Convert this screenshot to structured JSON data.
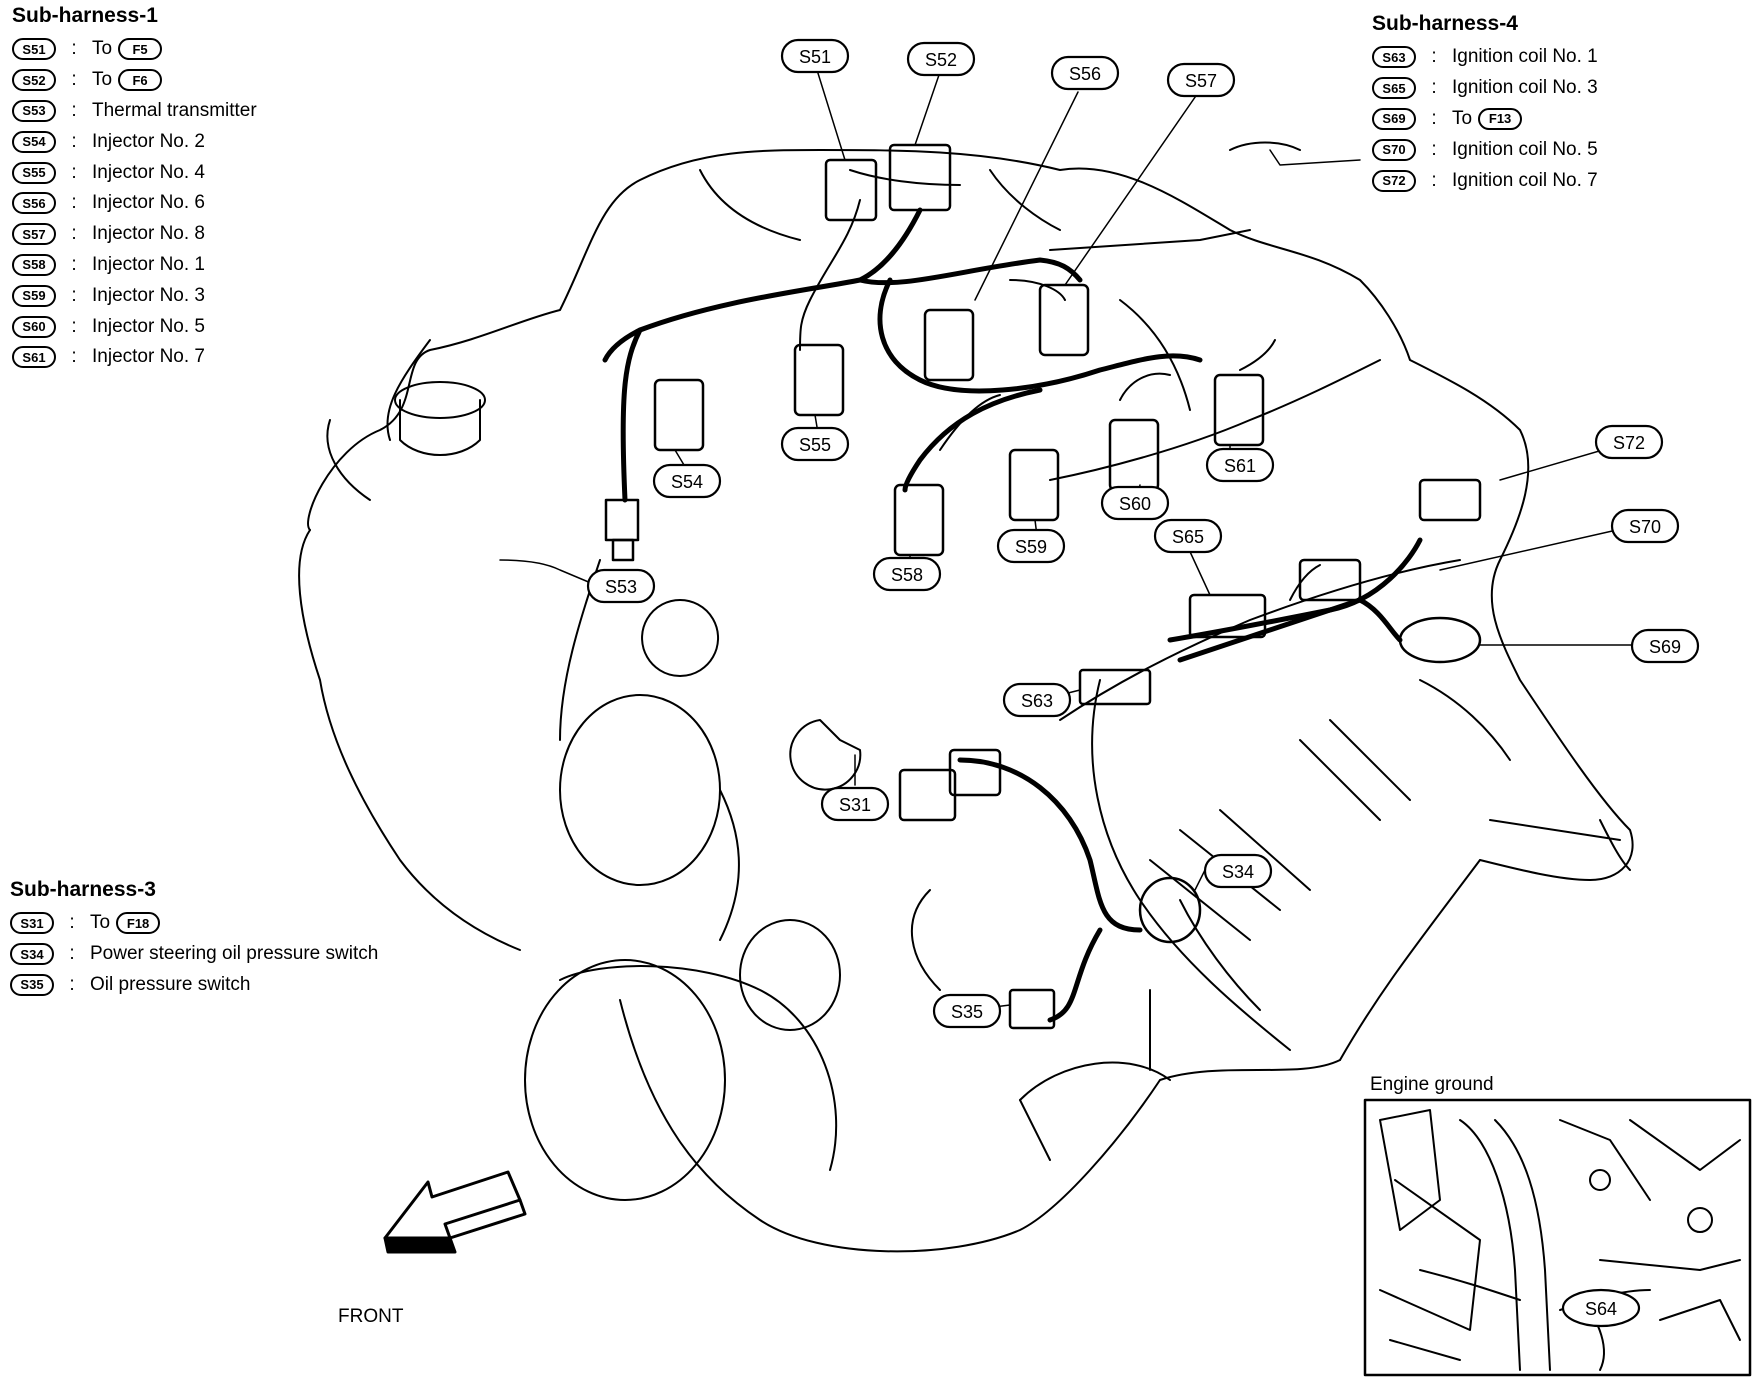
{
  "sub_harness_1": {
    "title": "Sub-harness-1",
    "rows": [
      {
        "code": "S51",
        "colon": ":",
        "text": "To",
        "ref": "F5"
      },
      {
        "code": "S52",
        "colon": ":",
        "text": "To",
        "ref": "F6"
      },
      {
        "code": "S53",
        "colon": ":",
        "text": "Thermal transmitter"
      },
      {
        "code": "S54",
        "colon": ":",
        "text": "Injector No. 2"
      },
      {
        "code": "S55",
        "colon": ":",
        "text": "Injector No. 4"
      },
      {
        "code": "S56",
        "colon": ":",
        "text": "Injector No. 6"
      },
      {
        "code": "S57",
        "colon": ":",
        "text": "Injector No. 8"
      },
      {
        "code": "S58",
        "colon": ":",
        "text": "Injector No. 1"
      },
      {
        "code": "S59",
        "colon": ":",
        "text": "Injector No. 3"
      },
      {
        "code": "S60",
        "colon": ":",
        "text": "Injector No. 5"
      },
      {
        "code": "S61",
        "colon": ":",
        "text": "Injector No. 7"
      }
    ]
  },
  "sub_harness_3": {
    "title": "Sub-harness-3",
    "rows": [
      {
        "code": "S31",
        "colon": ":",
        "text": "To",
        "ref": "F18"
      },
      {
        "code": "S34",
        "colon": ":",
        "text": "Power steering oil pressure switch"
      },
      {
        "code": "S35",
        "colon": ":",
        "text": "Oil pressure switch"
      }
    ]
  },
  "sub_harness_4": {
    "title": "Sub-harness-4",
    "rows": [
      {
        "code": "S63",
        "colon": ":",
        "text": "Ignition coil No. 1"
      },
      {
        "code": "S65",
        "colon": ":",
        "text": "Ignition coil No. 3"
      },
      {
        "code": "S69",
        "colon": ":",
        "text": "To",
        "ref": "F13"
      },
      {
        "code": "S70",
        "colon": ":",
        "text": "Ignition coil No. 5"
      },
      {
        "code": "S72",
        "colon": ":",
        "text": "Ignition coil No. 7"
      }
    ]
  },
  "callouts": {
    "s51": "S51",
    "s52": "S52",
    "s53": "S53",
    "s54": "S54",
    "s55": "S55",
    "s56": "S56",
    "s57": "S57",
    "s58": "S58",
    "s59": "S59",
    "s60": "S60",
    "s61": "S61",
    "s63": "S63",
    "s65": "S65",
    "s69": "S69",
    "s70": "S70",
    "s72": "S72",
    "s31": "S31",
    "s34": "S34",
    "s35": "S35",
    "s64": "S64"
  },
  "inset": {
    "title": "Engine ground"
  },
  "front_label": "FRONT"
}
